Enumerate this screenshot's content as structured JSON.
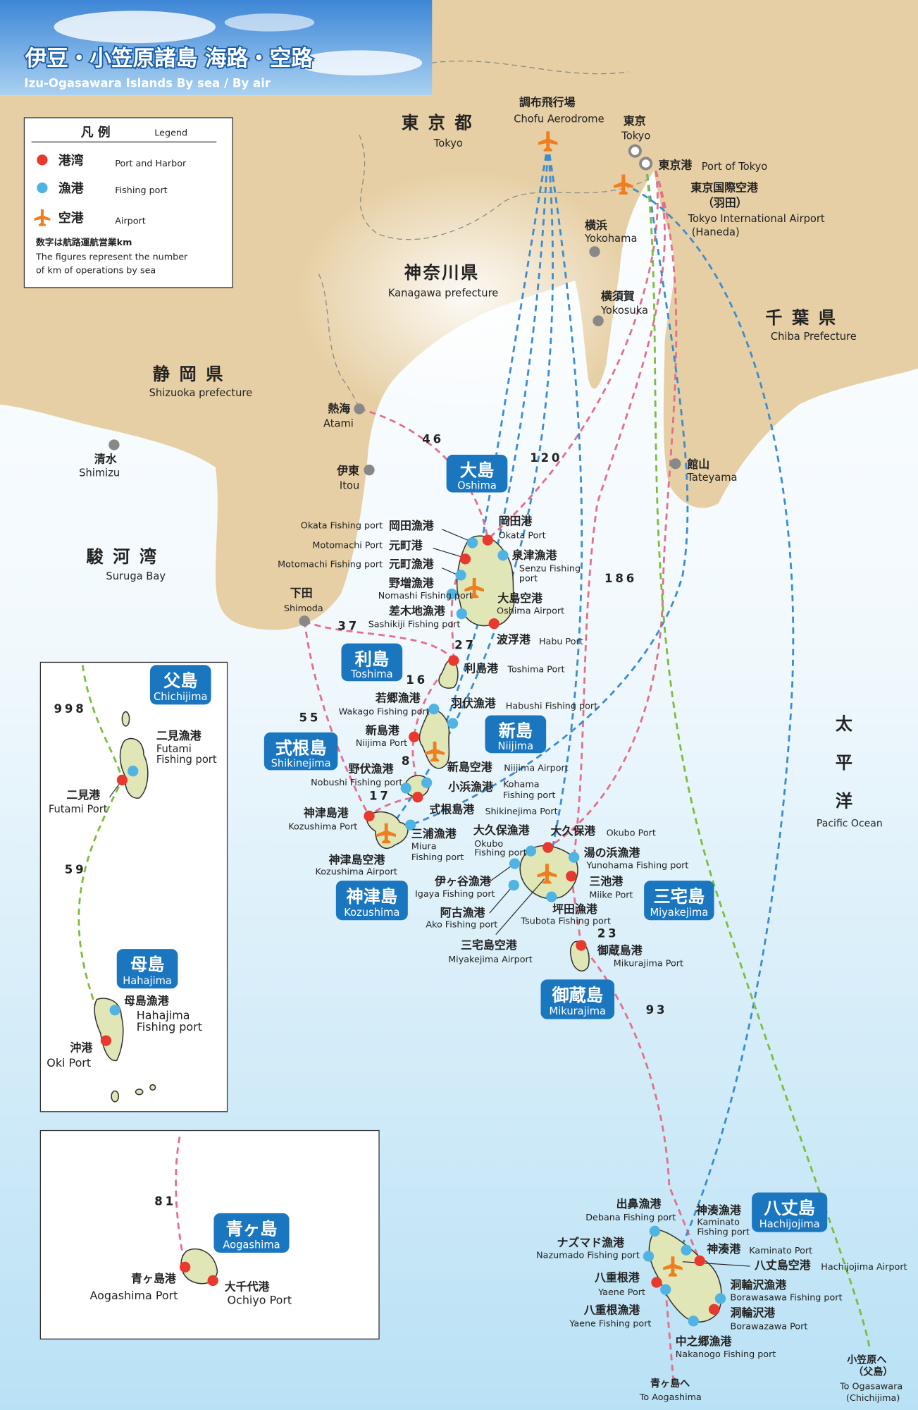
{
  "title": {
    "jp": "伊豆・小笠原諸島 海路・空路",
    "en": "Izu-Ogasawara Islands By sea / By air"
  },
  "legend": {
    "title_jp": "凡 例",
    "title_en": "Legend",
    "port_jp": "港湾",
    "port_en": "Port and Harbor",
    "fishing_jp": "漁港",
    "fishing_en": "Fishing port",
    "airport_jp": "空港",
    "airport_en": "Airport",
    "note_jp": "数字は航路運航営業km",
    "note_en1": "The figures represent the number",
    "note_en2": "of km of operations by sea"
  },
  "colors": {
    "port": "#e8392f",
    "fishing_port": "#4fb3e3",
    "airport": "#f07d1e",
    "sea_route": "#e2708a",
    "air_route": "#3b8dcf",
    "ogasawara_route": "#7cbd3c",
    "badge": "#1b76c0"
  },
  "mainland": {
    "tokyo_to": {
      "jp": "東 京 都",
      "en": "Tokyo"
    },
    "chofu": {
      "jp": "調布飛行場",
      "en": "Chofu Aerodrome"
    },
    "tokyo": {
      "jp": "東京",
      "en": "Tokyo"
    },
    "tokyo_port": {
      "jp": "東京港",
      "en": "Port of Tokyo"
    },
    "haneda": {
      "jp": "東京国際空港",
      "jp2": "（羽田）",
      "en": "Tokyo International Airport",
      "en2": "(Haneda)"
    },
    "yokohama": {
      "jp": "横浜",
      "en": "Yokohama"
    },
    "yokosuka": {
      "jp": "横須賀",
      "en": "Yokosuka"
    },
    "kanagawa": {
      "jp": "神奈川県",
      "en": "Kanagawa prefecture"
    },
    "chiba": {
      "jp": "千 葉 県",
      "en": "Chiba Prefecture"
    },
    "shizuoka": {
      "jp": "静 岡 県",
      "en": "Shizuoka prefecture"
    },
    "atami": {
      "jp": "熱海",
      "en": "Atami"
    },
    "shimizu": {
      "jp": "清水",
      "en": "Shimizu"
    },
    "itou": {
      "jp": "伊東",
      "en": "Itou"
    },
    "tateyama": {
      "jp": "館山",
      "en": "Tateyama"
    },
    "suruga": {
      "jp": "駿 河 湾",
      "en": "Suruga Bay"
    },
    "shimoda": {
      "jp": "下田",
      "en": "Shimoda"
    },
    "pacific": {
      "jp1": "太",
      "jp2": "平",
      "jp3": "洋",
      "en": "Pacific Ocean"
    }
  },
  "distances": {
    "atami_oshima": "46",
    "tokyo_oshima": "120",
    "tokyo_miyake": "186",
    "shimoda_toshima": "37",
    "oshima_toshima": "27",
    "toshima_niijima": "16",
    "shimoda_shikine": "55",
    "niijima_shikine": "8",
    "shikine_kozu": "17",
    "miyake_mikura": "23",
    "mikura_hachijo": "93",
    "tokyo_chichijima": "998",
    "chichi_haha": "59",
    "hachijo_aoga": "81"
  },
  "islands": {
    "oshima": {
      "jp": "大島",
      "en": "Oshima"
    },
    "toshima": {
      "jp": "利島",
      "en": "Toshima"
    },
    "niijima": {
      "jp": "新島",
      "en": "Niijima"
    },
    "shikinejima": {
      "jp": "式根島",
      "en": "Shikinejima"
    },
    "kozushima": {
      "jp": "神津島",
      "en": "Kozushima"
    },
    "miyakejima": {
      "jp": "三宅島",
      "en": "Miyakejima"
    },
    "mikurajima": {
      "jp": "御蔵島",
      "en": "Mikurajima"
    },
    "hachijojima": {
      "jp": "八丈島",
      "en": "Hachijojima"
    },
    "chichijima": {
      "jp": "父島",
      "en": "Chichijima"
    },
    "hahajima": {
      "jp": "母島",
      "en": "Hahajima"
    },
    "aogashima": {
      "jp": "青ヶ島",
      "en": "Aogashima"
    }
  },
  "ports": {
    "okata_fp": {
      "jp": "岡田漁港",
      "en": "Okata Fishing port"
    },
    "motomachi_p": {
      "jp": "元町港",
      "en": "Motomachi Port"
    },
    "motomachi_fp": {
      "jp": "元町漁港",
      "en": "Motomachi Fishing port"
    },
    "nomashi": {
      "jp": "野増漁港",
      "en": "Nomashi Fishing port"
    },
    "sashikiji": {
      "jp": "差木地漁港",
      "en": "Sashikiji Fishing port"
    },
    "okata_p": {
      "jp": "岡田港",
      "en": "Okata Port"
    },
    "senzu": {
      "jp": "泉津漁港",
      "en": "Senzu Fishing",
      "en2": "port"
    },
    "oshima_ap": {
      "jp": "大島空港",
      "en": "Oshima Airport"
    },
    "habu": {
      "jp": "波浮港",
      "en": "Habu Port"
    },
    "toshima_p": {
      "jp": "利島港",
      "en": "Toshima Port"
    },
    "wakago": {
      "jp": "若郷漁港",
      "en": "Wakago Fishing port"
    },
    "habushi": {
      "jp": "羽伏漁港",
      "en": "Habushi Fishing port"
    },
    "niijima_p": {
      "jp": "新島港",
      "en": "Niijima Port"
    },
    "niijima_ap": {
      "jp": "新島空港",
      "en": "Niijima Airport"
    },
    "nobushi": {
      "jp": "野伏漁港",
      "en": "Nobushi Fishing port"
    },
    "kohama": {
      "jp": "小浜漁港",
      "en": "Kohama",
      "en2": "Fishing port"
    },
    "shikine_p": {
      "jp": "式根島港",
      "en": "Shikinejima Port"
    },
    "kozu_p": {
      "jp": "神津島港",
      "en": "Kozushima Port"
    },
    "miura": {
      "jp": "三浦漁港",
      "en": "Miura",
      "en2": "Fishing port"
    },
    "kozu_ap": {
      "jp": "神津島空港",
      "en": "Kozushima Airport"
    },
    "okubo_fp": {
      "jp": "大久保漁港",
      "en": "Okubo",
      "en2": "Fishing port"
    },
    "okubo_p": {
      "jp": "大久保港",
      "en": "Okubo Port"
    },
    "yunohama": {
      "jp": "湯の浜漁港",
      "en": "Yunohama Fishing port"
    },
    "miike": {
      "jp": "三池港",
      "en": "Miike Port"
    },
    "igaya": {
      "jp": "伊ヶ谷漁港",
      "en": "Igaya Fishing port"
    },
    "tsubota": {
      "jp": "坪田漁港",
      "en": "Tsubota Fishing port"
    },
    "ako": {
      "jp": "阿古漁港",
      "en": "Ako Fishing port"
    },
    "miyake_ap": {
      "jp": "三宅島空港",
      "en": "Miyakejima Airport"
    },
    "mikura_p": {
      "jp": "御蔵島港",
      "en": "Mikurajima Port"
    },
    "debana": {
      "jp": "出鼻漁港",
      "en": "Debana Fishing port"
    },
    "kaminato_fp": {
      "jp": "神湊漁港",
      "en": "Kaminato",
      "en2": "Fishing port"
    },
    "kaminato_p": {
      "jp": "神湊港",
      "en": "Kaminato Port"
    },
    "hachijo_ap": {
      "jp": "八丈島空港",
      "en": "Hachijojima Airport"
    },
    "nazumado": {
      "jp": "ナズマド漁港",
      "en": "Nazumado Fishing port"
    },
    "yaene_p": {
      "jp": "八重根港",
      "en": "Yaene Port"
    },
    "borawasawa": {
      "jp": "洞輪沢漁港",
      "en": "Borawasawa Fishing port"
    },
    "yaene_fp": {
      "jp": "八重根漁港",
      "en": "Yaene Fishing port"
    },
    "borawazawa_p": {
      "jp": "洞輪沢港",
      "en": "Borawazawa Port"
    },
    "nakanogo": {
      "jp": "中之郷漁港",
      "en": "Nakanogo Fishing port"
    },
    "futami_fp": {
      "jp": "二見漁港",
      "en": "Futami",
      "en2": "Fishing port"
    },
    "futami_p": {
      "jp": "二見港",
      "en": "Futami Port"
    },
    "hahajima_fp": {
      "jp": "母島漁港",
      "en": "Hahajima",
      "en2": "Fishing port"
    },
    "oki": {
      "jp": "沖港",
      "en": "Oki Port"
    },
    "aogashima_p": {
      "jp": "青ヶ島港",
      "en": "Aogashima Port"
    },
    "ochiyo": {
      "jp": "大千代港",
      "en": "Ochiyo Port"
    }
  },
  "destinations": {
    "to_aoga": {
      "jp": "青ヶ島へ",
      "en": "To Aogashima"
    },
    "to_ogasawara": {
      "jp": "小笠原へ",
      "jp2": "（父島）",
      "en": "To Ogasawara",
      "en2": "(Chichijima)"
    }
  }
}
